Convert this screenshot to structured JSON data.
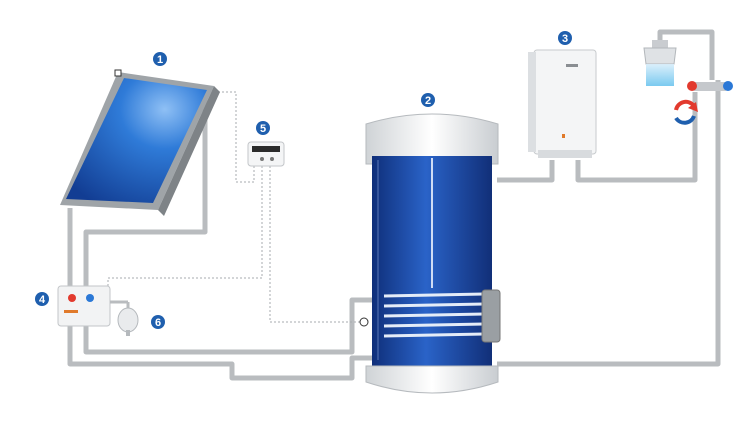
{
  "markers": {
    "m1": "1",
    "m2": "2",
    "m3": "3",
    "m4": "4",
    "m5": "5",
    "m6": "6"
  },
  "colors": {
    "pipe": "#b9bcbf",
    "marker": "#1f5fae",
    "tank_blue": "#1d4fae",
    "panel_blue": "#1e63c4"
  }
}
